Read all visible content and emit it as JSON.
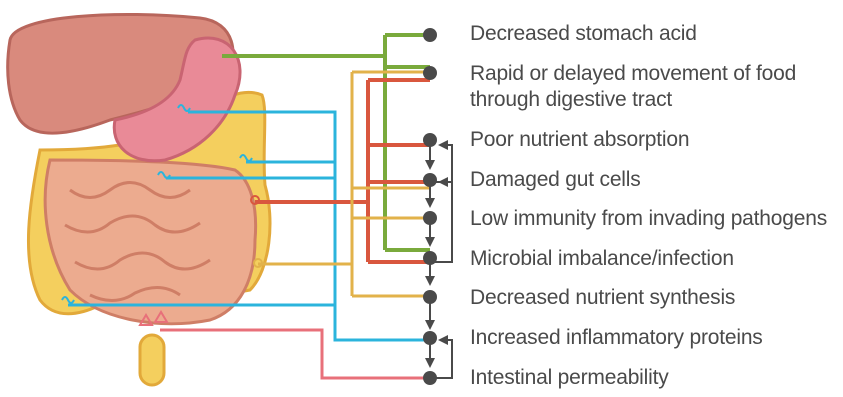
{
  "outcomes": [
    {
      "text": "Decreased stomach acid"
    },
    {
      "text": "Rapid or delayed movement of food"
    },
    {
      "text": "through digestive tract"
    },
    {
      "text": "Poor nutrient absorption"
    },
    {
      "text": "Damaged gut cells"
    },
    {
      "text": "Low immunity from invading pathogens"
    },
    {
      "text": "Microbial imbalance/infection"
    },
    {
      "text": "Decreased nutrient synthesis"
    },
    {
      "text": "Increased inflammatory proteins"
    },
    {
      "text": "Intestinal permeability"
    }
  ],
  "colors": {
    "green": "#7aaa3c",
    "blue": "#2bb4dc",
    "red": "#d9573e",
    "orange": "#e2b24a",
    "pink": "#e8707a",
    "node": "#4a4a4a",
    "text": "#4a4a4a"
  }
}
